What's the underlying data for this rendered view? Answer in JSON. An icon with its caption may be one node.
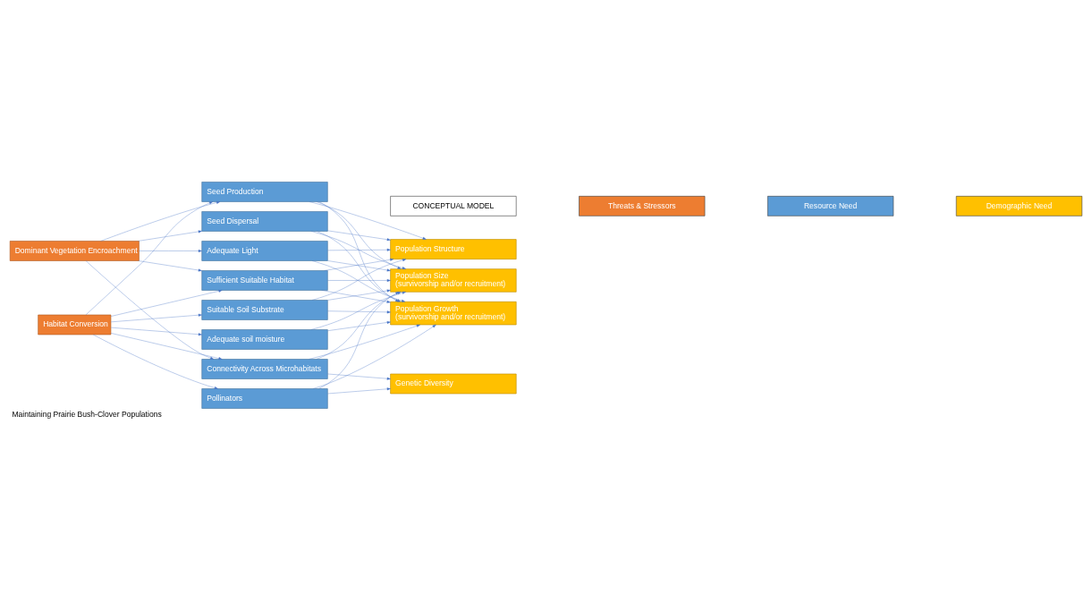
{
  "diagram": {
    "caption": "Maintaining Prairie Bush-Clover Populations",
    "nodes": [
      {
        "text": [
          "Habitat Conversion"
        ]
      },
      {
        "text": [
          "Dominant Vegetation Encroachment"
        ]
      },
      {
        "text": [
          "Seed Production"
        ]
      },
      {
        "text": [
          "Seed Dispersal"
        ]
      },
      {
        "text": [
          "Suitable Soil Substrate"
        ]
      },
      {
        "text": [
          "Adequate Light"
        ]
      },
      {
        "text": [
          "Sufficient Suitable Habitat"
        ]
      },
      {
        "text": [
          "Adequate soil moisture"
        ]
      },
      {
        "text": [
          "Connectivity Across Microhabitats"
        ]
      },
      {
        "text": [
          "Pollinators"
        ]
      },
      {
        "text": [
          "Population Growth",
          "(survivorship and/or recruitment)"
        ]
      },
      {
        "text": [
          "Population Size",
          "(survivorship and/or recruitment)"
        ]
      },
      {
        "text": [
          "Population Structure"
        ]
      },
      {
        "text": [
          "Genetic Diversity"
        ]
      }
    ],
    "edges": [
      {
        "from": 0,
        "to": 2,
        "arrow": "to"
      },
      {
        "from": 0,
        "to": 4,
        "arrow": "to"
      },
      {
        "from": 0,
        "to": 6,
        "arrow": "to"
      },
      {
        "from": 0,
        "to": 7,
        "arrow": "to"
      },
      {
        "from": 0,
        "to": 8,
        "arrow": "to"
      },
      {
        "from": 0,
        "to": 9,
        "arrow": "to"
      },
      {
        "from": 1,
        "to": 2,
        "arrow": "to"
      },
      {
        "from": 1,
        "to": 3,
        "arrow": "to"
      },
      {
        "from": 1,
        "to": 5,
        "arrow": "to"
      },
      {
        "from": 1,
        "to": 6,
        "arrow": "to"
      },
      {
        "from": 1,
        "to": 8,
        "arrow": "to"
      },
      {
        "from": 2,
        "to": 10,
        "arrow": "to"
      },
      {
        "from": 2,
        "to": 11,
        "arrow": "to"
      },
      {
        "from": 2,
        "to": 12,
        "arrow": "to"
      },
      {
        "from": 3,
        "to": 10,
        "arrow": "to"
      },
      {
        "from": 3,
        "to": 11,
        "arrow": "to"
      },
      {
        "from": 3,
        "to": 12,
        "arrow": "to"
      },
      {
        "from": 4,
        "to": 10,
        "arrow": "to"
      },
      {
        "from": 4,
        "to": 11,
        "arrow": "to"
      },
      {
        "from": 4,
        "to": 12,
        "arrow": "to"
      },
      {
        "from": 5,
        "to": 10,
        "arrow": "to"
      },
      {
        "from": 5,
        "to": 11,
        "arrow": "to"
      },
      {
        "from": 5,
        "to": 12,
        "arrow": "to"
      },
      {
        "from": 6,
        "to": 10,
        "arrow": "to"
      },
      {
        "from": 6,
        "to": 11,
        "arrow": "to"
      },
      {
        "from": 6,
        "to": 12,
        "arrow": "to"
      },
      {
        "from": 7,
        "to": 10,
        "arrow": "to"
      },
      {
        "from": 7,
        "to": 11,
        "arrow": "to"
      },
      {
        "from": 8,
        "to": 10,
        "arrow": "to"
      },
      {
        "from": 8,
        "to": 11,
        "arrow": "to"
      },
      {
        "from": 8,
        "to": 13,
        "arrow": "to"
      },
      {
        "from": 9,
        "to": 10,
        "arrow": "to"
      },
      {
        "from": 9,
        "to": 11,
        "arrow": "to"
      },
      {
        "from": 9,
        "to": 13,
        "arrow": "to"
      }
    ],
    "labels": [
      "CONCEPTUAL MODEL"
    ],
    "legend": [
      {
        "text": "Threats & Stressors",
        "color": "#ed7d31"
      },
      {
        "text": "Resource Need",
        "color": "#5b9bd5"
      },
      {
        "text": "Demographic Need",
        "color": "#ffc000"
      }
    ]
  }
}
